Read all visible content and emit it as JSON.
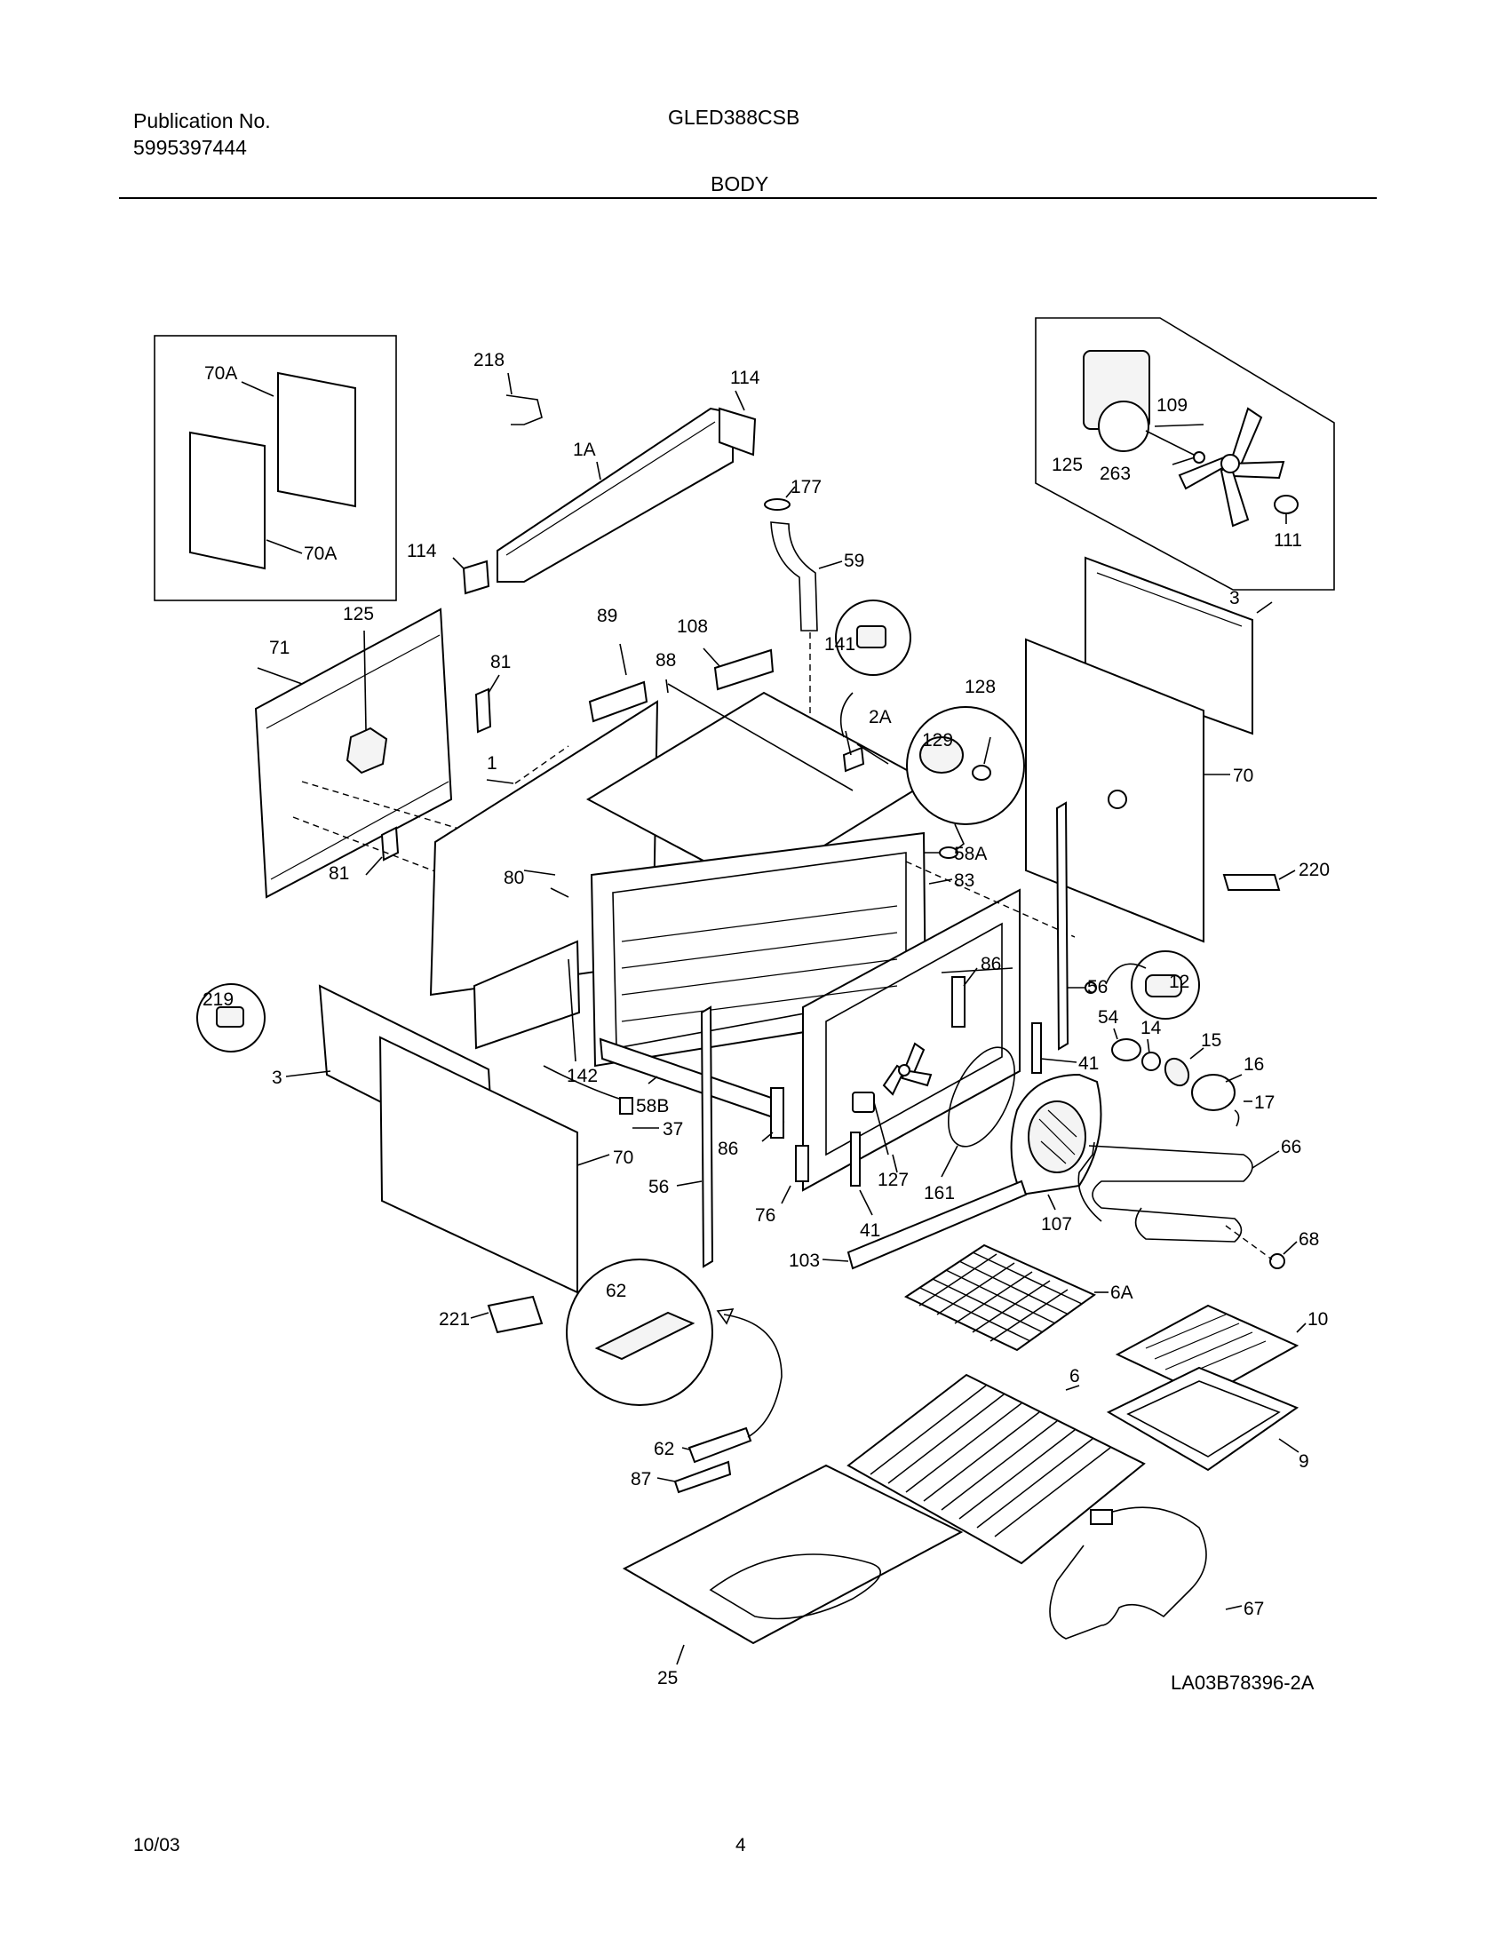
{
  "header": {
    "publication_label": "Publication No.",
    "publication_number": "5995397444",
    "model": "GLED388CSB",
    "section_title": "BODY"
  },
  "figure_ref": "LA03B78396-2A",
  "footer": {
    "date": "10/03",
    "page_number": "4"
  },
  "callouts": {
    "c70A_top": "70A",
    "c70A_bot": "70A",
    "c218": "218",
    "c114_top": "114",
    "c1A": "1A",
    "c114_left": "114",
    "c177": "177",
    "c59": "59",
    "c125_inset": "125",
    "c263": "263",
    "c109": "109",
    "c111": "111",
    "c3_right": "3",
    "c125_left": "125",
    "c71": "71",
    "c81_top": "81",
    "c81_bot": "81",
    "c89": "89",
    "c108": "108",
    "c88": "88",
    "c141": "141",
    "c128": "128",
    "c129": "129",
    "c2A": "2A",
    "c1": "1",
    "c80": "80",
    "c58A": "58A",
    "c83": "83",
    "c70_right": "70",
    "c220": "220",
    "c219": "219",
    "c3_left": "3",
    "c142": "142",
    "c58B": "58B",
    "c37": "37",
    "c70_left": "70",
    "c56_left": "56",
    "c86_left": "86",
    "c76": "76",
    "c127": "127",
    "c41_bot": "41",
    "c161": "161",
    "c86_right": "86",
    "c56_right": "56",
    "c41_right": "41",
    "c12": "12",
    "c54": "54",
    "c14": "14",
    "c15": "15",
    "c16": "16",
    "c17": "17",
    "c107": "107",
    "c66": "66",
    "c68": "68",
    "c103": "103",
    "c6A": "6A",
    "c10": "10",
    "c62_inset": "62",
    "c221": "221",
    "c62": "62",
    "c87": "87",
    "c6": "6",
    "c9": "9",
    "c25": "25",
    "c67": "67"
  }
}
